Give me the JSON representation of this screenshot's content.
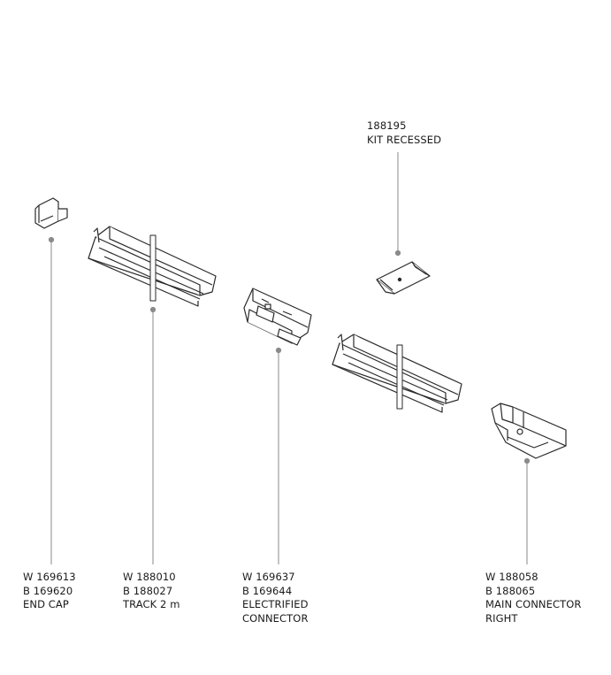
{
  "parts": {
    "end_cap": {
      "lines": [
        "W 169613",
        "B 169620",
        "END CAP"
      ]
    },
    "track": {
      "lines": [
        "W 188010",
        "B 188027",
        "TRACK 2 m"
      ]
    },
    "electrified": {
      "lines": [
        "W 169637",
        "B 169644",
        "ELECTRIFIED",
        "CONNECTOR"
      ]
    },
    "main_connector": {
      "lines": [
        "W 188058",
        "B 188065",
        "MAIN CONNECTOR",
        "RIGHT"
      ]
    },
    "kit_recessed": {
      "lines": [
        "188195",
        "KIT RECESSED"
      ]
    }
  },
  "colors": {
    "leader": "#8a8a8a",
    "stroke": "#2a2a2a",
    "text": "#1a1a1a"
  }
}
